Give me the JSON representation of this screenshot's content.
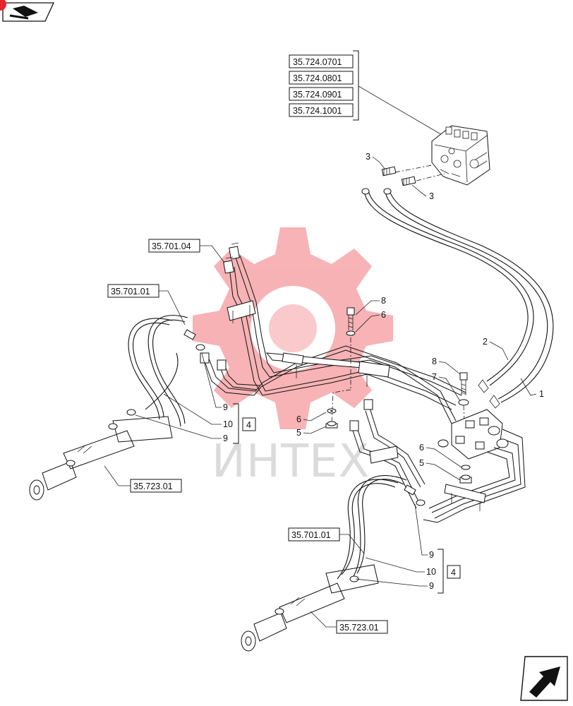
{
  "references": {
    "valve_group": [
      "35.724.0701",
      "35.724.0801",
      "35.724.0901",
      "35.724.1001"
    ],
    "upper_left_fittings": "35.701.04",
    "left_cylinder_fittings": "35.701.01",
    "left_cylinder": "35.723.01",
    "lower_cylinder_fittings": "35.701.01",
    "lower_cylinder": "35.723.01"
  },
  "callouts": {
    "c3a": "3",
    "c3b": "3",
    "c8a": "8",
    "c6a": "6",
    "c2": "2",
    "c1": "1",
    "c8b": "8",
    "c7": "7",
    "c6b": "6",
    "c5a": "5",
    "c6c": "6",
    "c5b": "5",
    "c9a": "9",
    "c10a": "10",
    "c9b": "9",
    "kit_a": "4",
    "c9c": "9",
    "c10b": "10",
    "c9d": "9",
    "kit_b": "4"
  },
  "watermark": "ИНТЕХ",
  "colors": {
    "watermark_gear": "#e8242c",
    "line": "#111111"
  },
  "icons": [
    "corner-tab-icon",
    "page-arrow-icon"
  ]
}
